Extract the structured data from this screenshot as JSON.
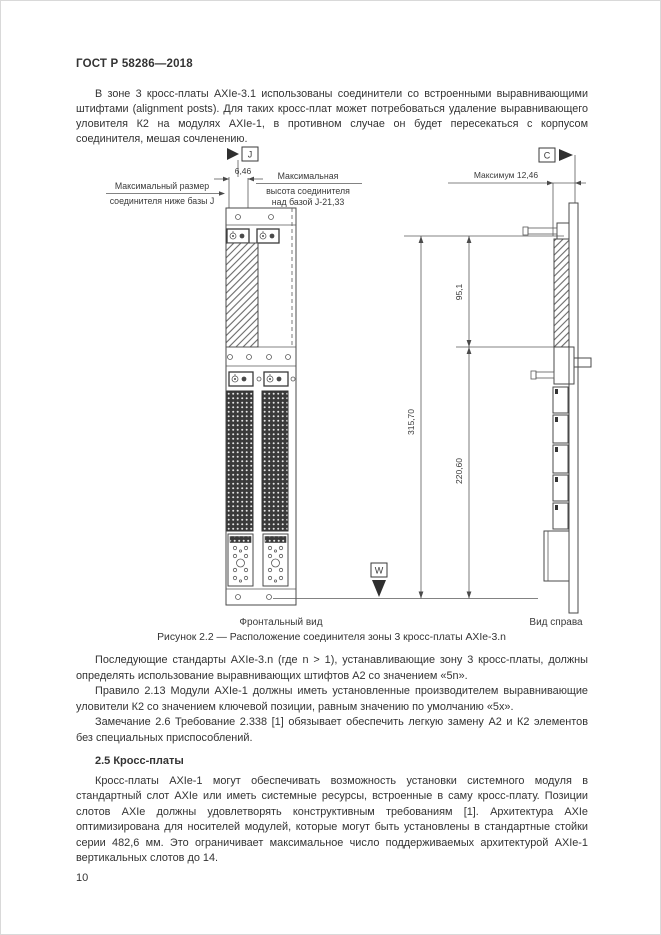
{
  "header": {
    "title": "ГОСТ Р 58286—2018"
  },
  "intro_paragraph": "В зоне 3 кросс-платы AXIe-3.1 использованы соединители со встроенными выравнивающими штифтами (alignment posts). Для таких кросс-плат может потребоваться удаление выравнивающего уловителя К2 на модулях AXIe-1, в противном случае он будет пересекаться с корпусом соединителя, мешая сочленению.",
  "figure": {
    "datums": {
      "j": "J",
      "c": "C",
      "w": "W"
    },
    "dimensions": {
      "pin_offset": "6,46",
      "max_depth": "Максимум 12,46",
      "upper_height": "95,1",
      "total_height": "315,70",
      "lower_height": "220,60"
    },
    "callouts": {
      "left_line1": "Максимальный размер",
      "left_line2": "соединителя ниже базы J",
      "right_line1": "Максимальная",
      "right_line2": "высота соединителя",
      "right_line3": "над базой J-21,33"
    },
    "view_labels": {
      "front": "Фронтальный вид",
      "right_side": "Вид справа"
    },
    "caption": "Рисунок 2.2 — Расположение соединителя зоны 3 кросс-платы AXIe-3.n"
  },
  "body": {
    "paragraphs": [
      "Последующие стандарты AXIe-3.n (где n > 1), устанавливающие зону 3 кросс-платы, должны определять использование выравнивающих штифтов А2 со значением «5n».",
      "Правило 2.13 Модули AXIe-1 должны иметь установленные производителем выравнивающие уловители К2 со значением ключевой позиции, равным значению по умолчанию «5х».",
      "Замечание 2.6 Требование 2.338 [1] обязывает обеспечить легкую замену А2 и К2 элементов без специальных приспособлений."
    ],
    "section_heading": "2.5 Кросс-платы",
    "closing_paragraph": "Кросс-платы AXIe-1 могут обеспечивать возможность установки системного модуля в стандартный слот AXIe или иметь системные ресурсы, встроенные в саму кросс-плату. Позиции слотов AXIe должны удовлетворять конструктивным требованиям [1]. Архитектура AXIe оптимизирована для носителей модулей, которые могут быть установлены в стандартные стойки серии 482,6 мм. Это ограничивает максимальное число поддерживаемых архитектурой AXIe-1 вертикальных слотов до 14."
  },
  "footer": {
    "page_number": "10"
  },
  "colors": {
    "paper": "#ffffff",
    "ink": "#333333",
    "diagram_line": "#444444"
  }
}
